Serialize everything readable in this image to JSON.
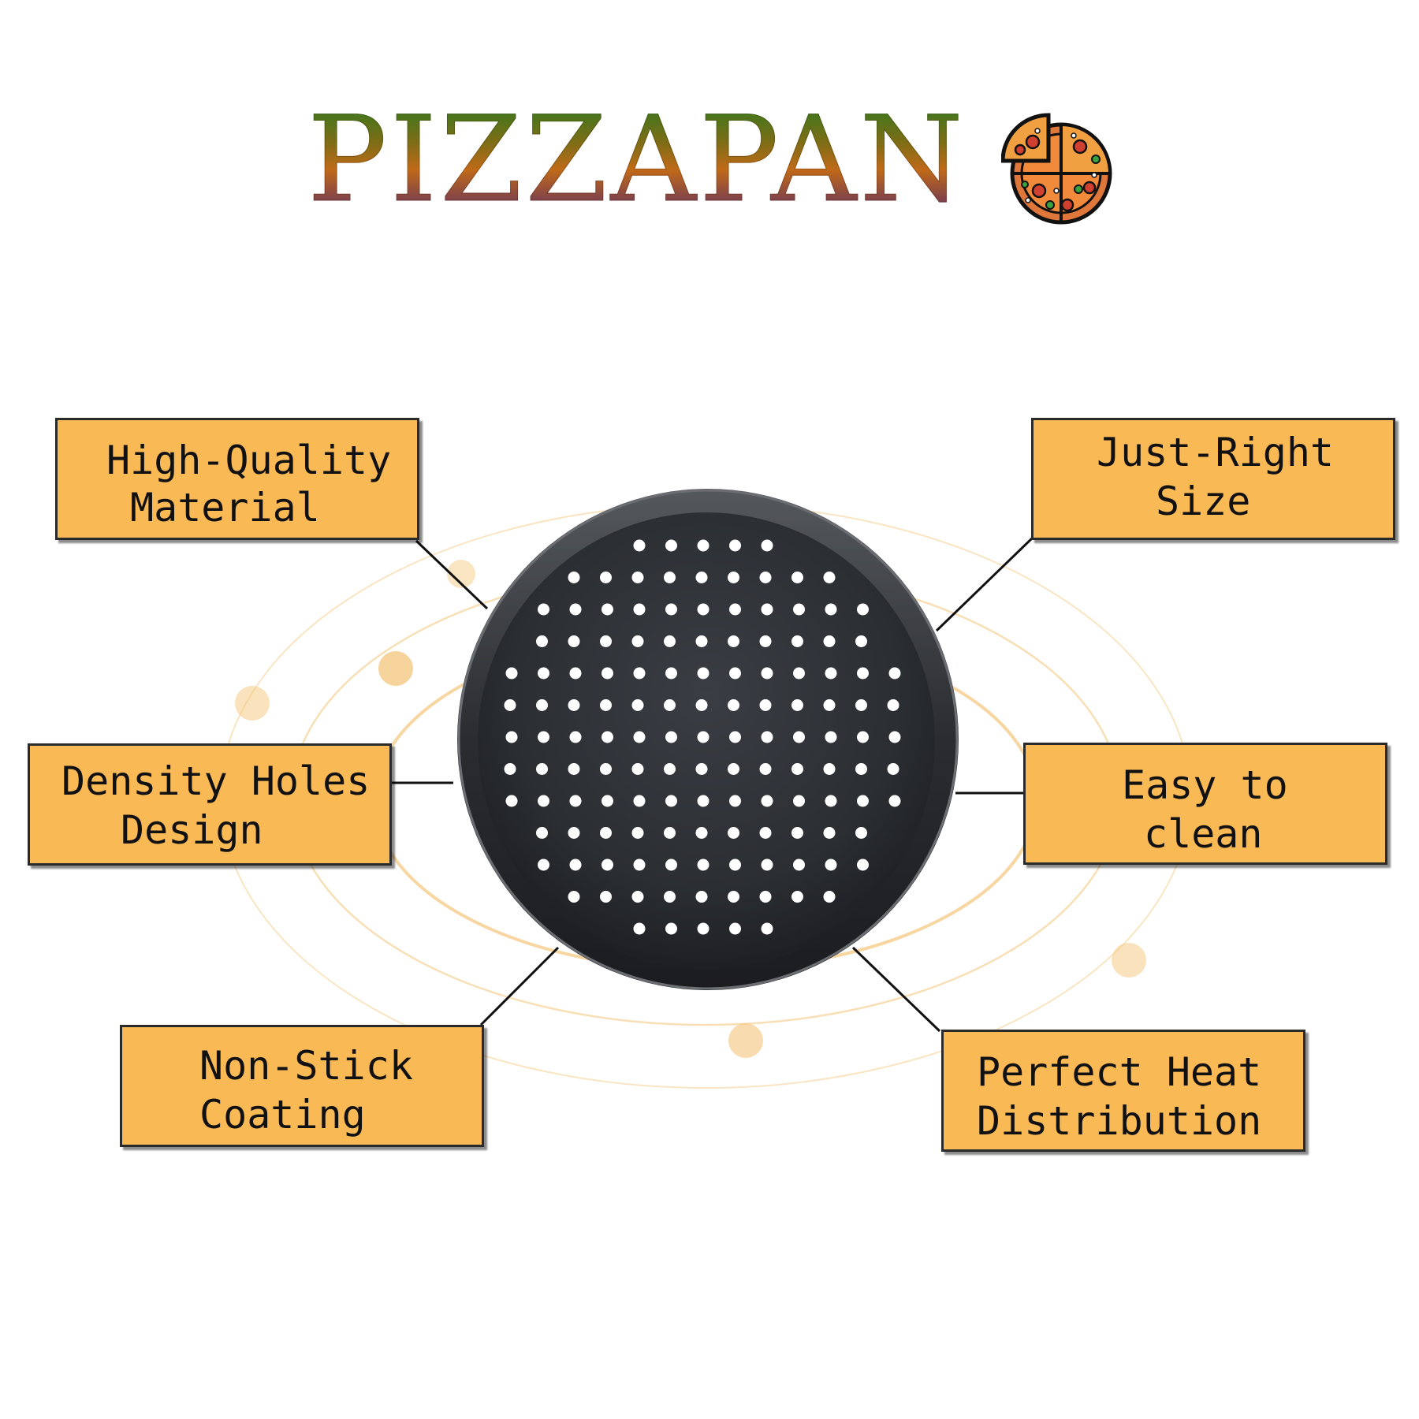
{
  "title": "PIZZAPAN",
  "icons": {
    "title_icon": "pizza-slices-icon",
    "product": "perforated-pizza-pan"
  },
  "colors": {
    "box_fill": "#f9b955",
    "box_border": "#2a2a2a",
    "pan": "#2b2e33",
    "orbit": "#f3c57a"
  },
  "features": [
    {
      "line1": "High-Quality",
      "line2": "Material"
    },
    {
      "line1": "Just-Right",
      "line2": "Size"
    },
    {
      "line1": "Density Holes",
      "line2": "Design"
    },
    {
      "line1": "Easy to",
      "line2": "clean"
    },
    {
      "line1": "Non-Stick",
      "line2": "Coating"
    },
    {
      "line1": "Perfect Heat",
      "line2": "Distribution"
    }
  ]
}
